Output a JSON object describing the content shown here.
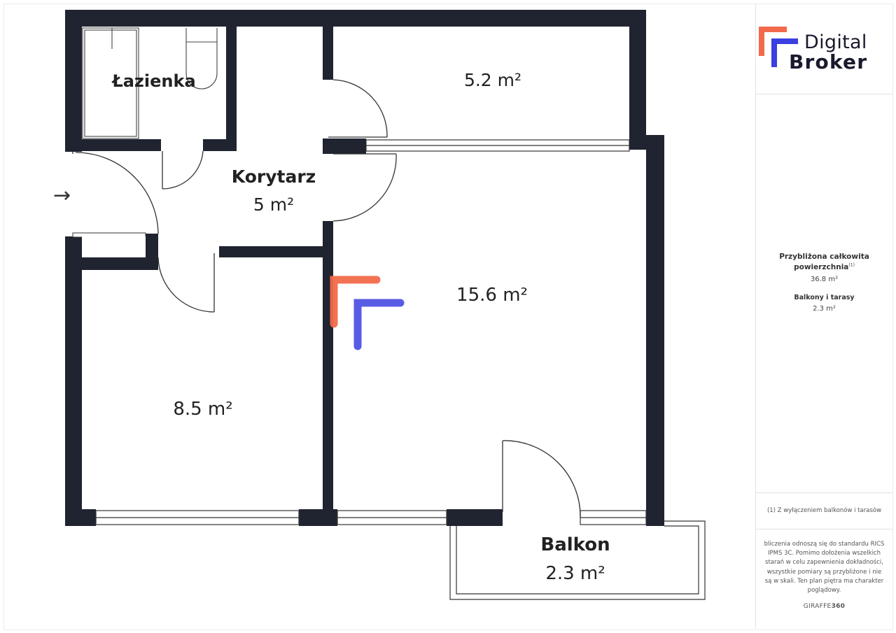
{
  "rooms": {
    "bathroom": {
      "name": "Łazienka"
    },
    "storage": {
      "area": "5.2 m²"
    },
    "corridor": {
      "name": "Korytarz",
      "area": "5 m²"
    },
    "living_room": {
      "area": "15.6 m²"
    },
    "bedroom": {
      "area": "8.5 m²"
    },
    "balcony": {
      "name": "Balkon",
      "area": "2.3 m²"
    }
  },
  "entrance": {
    "arrow_glyph": "→"
  },
  "brand": {
    "line1": "Digital",
    "line2": "Broker",
    "accent_orange": "#f26a4b",
    "accent_blue": "#3b3fe0"
  },
  "summary": {
    "total_label_line1": "Przybliżona całkowita",
    "total_label_line2": "powierzchnia",
    "total_footnote_mark": "(1)",
    "total_value": "36.8 m²",
    "balcony_label": "Balkony i tarasy",
    "balcony_value": "2.3 m²"
  },
  "footnote": "(1) Z wyłączeniem balkonów i tarasów",
  "disclaimer": "bliczenia odnoszą się do standardu RICS IPMS 3C. Pomimo dołożenia wszelkich starań w celu zapewnienia dokładności, wszystkie pomiary są przybliżone i nie są w skali. Ten plan piętra ma charakter poglądowy.",
  "credit": {
    "prefix": "GIRAFFE",
    "suffix": "360"
  },
  "colors": {
    "wall": "#1f2430",
    "window": "#ffffff",
    "window_line": "#333333"
  }
}
